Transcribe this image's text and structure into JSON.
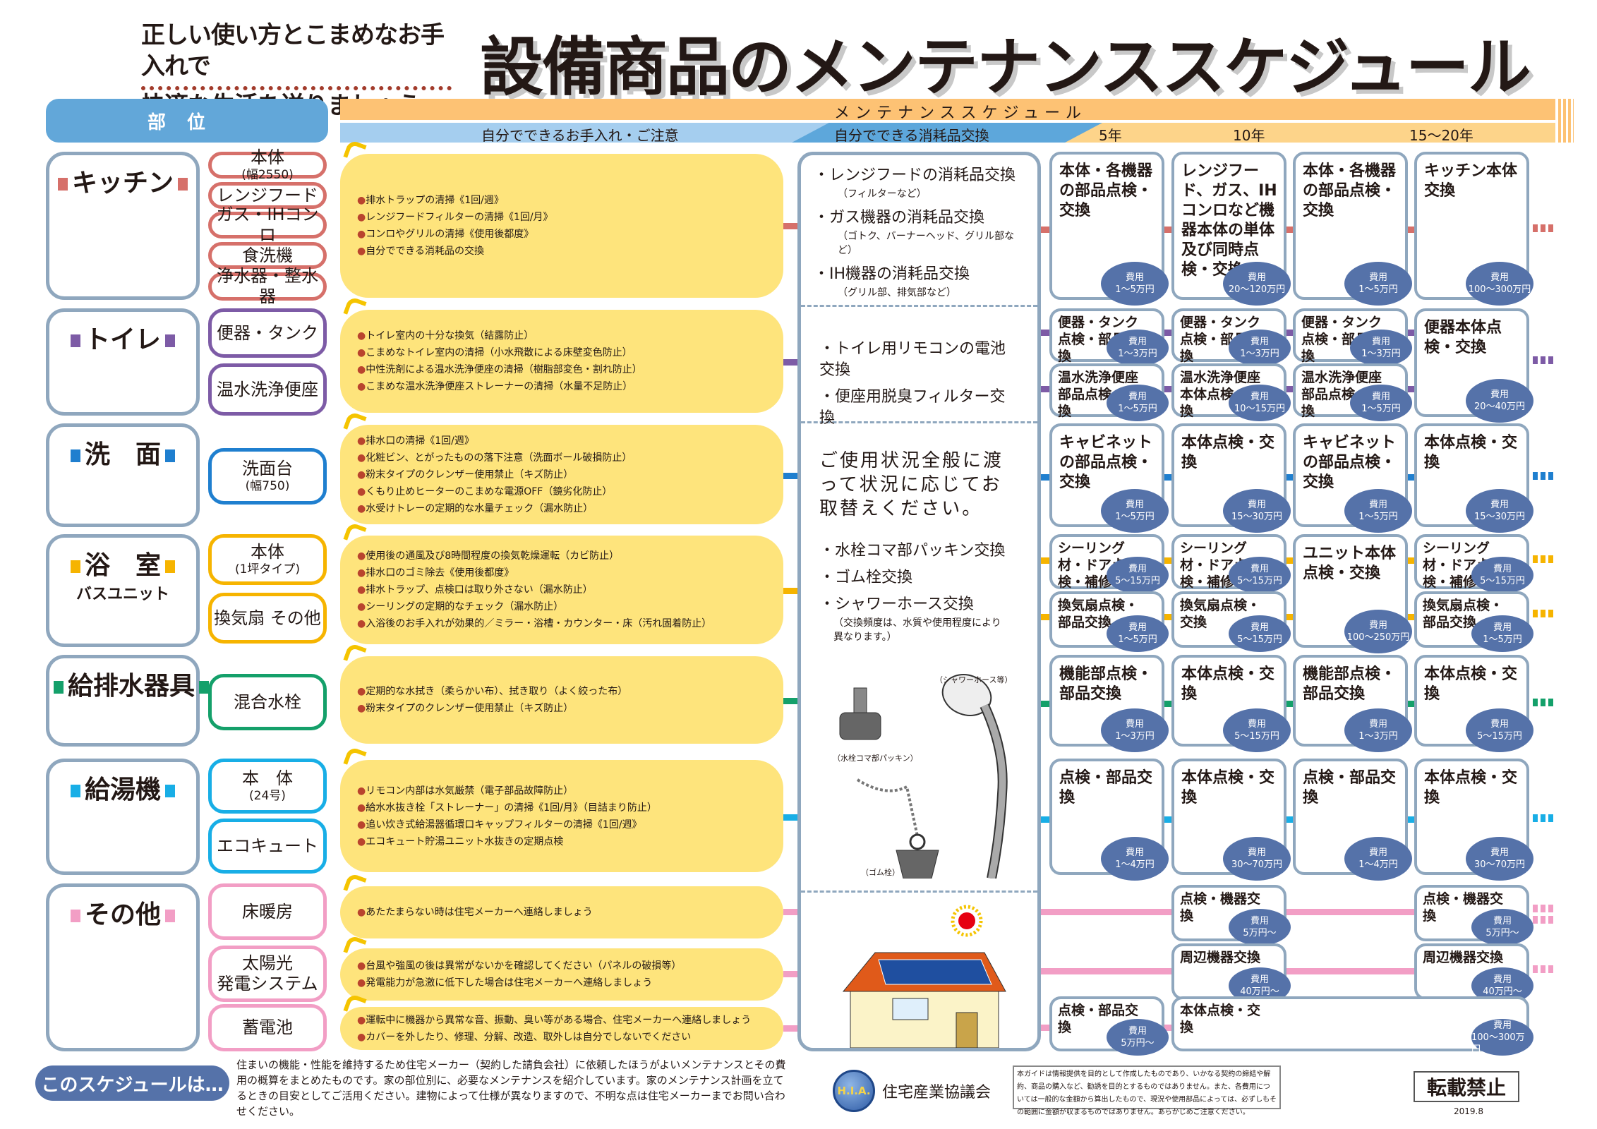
{
  "header": {
    "subtitle_line1": "正しい使い方とこまめなお手入れで",
    "subtitle_line2": "快適な生活を送りましょう。",
    "title": "設備商品のメンテナンススケジュール"
  },
  "columns": {
    "part": "部位",
    "schedule": "メンテナンススケジュール",
    "self_care": "自分でできるお手入れ・ご注意",
    "self_parts": "自分でできる消耗品交換",
    "y5": "5年",
    "y10": "10年",
    "y15_20": "15〜20年"
  },
  "cost_label": "費用",
  "colors": {
    "kitchen": "#d6706a",
    "toilet": "#7d5ba6",
    "wash": "#1f7fcf",
    "bath": "#f6b400",
    "plumbing": "#14a06a",
    "heater": "#18aee6",
    "other": "#f29ec5",
    "cost_bubble": "#5572a9",
    "task_bg": "#fee47c"
  },
  "categories": [
    {
      "key": "kitchen",
      "title": "キッチン",
      "sub": "",
      "items": [
        {
          "label": "本体",
          "note": "(幅2550)"
        },
        {
          "label": "レンジフード"
        },
        {
          "label": "ガス・IHコンロ"
        },
        {
          "label": "食洗機"
        },
        {
          "label": "浄水器・整水器"
        }
      ],
      "tasks": [
        "排水トラップの清掃《1回/週》",
        "レンジフードフィルターの清掃《1回/月》",
        "コンロやグリルの清掃《使用後都度》",
        "自分でできる消耗品の交換"
      ]
    },
    {
      "key": "toilet",
      "title": "トイレ",
      "sub": "",
      "items": [
        {
          "label": "便器・タンク"
        },
        {
          "label": "温水洗浄便座"
        }
      ],
      "tasks": [
        "トイレ室内の十分な換気（結露防止）",
        "こまめなトイレ室内の清掃（小水飛散による床壁変色防止）",
        "中性洗剤による温水洗浄便座の清掃（樹脂部変色・割れ防止）",
        "こまめな温水洗浄便座ストレーナーの清掃（水量不足防止）"
      ]
    },
    {
      "key": "wash",
      "title": "洗　面",
      "sub": "",
      "items": [
        {
          "label": "洗面台",
          "note": "(幅750)"
        }
      ],
      "tasks": [
        "排水口の清掃《1回/週》",
        "化粧ビン、とがったものの落下注意（洗面ボール破損防止）",
        "粉末タイプのクレンザー使用禁止（キズ防止）",
        "くもり止めヒーターのこまめな電源OFF（鏡劣化防止）",
        "水受けトレーの定期的な水量チェック（漏水防止）"
      ]
    },
    {
      "key": "bath",
      "title": "浴　室",
      "sub": "バスユニット",
      "items": [
        {
          "label": "本体",
          "note": "(1坪タイプ)"
        },
        {
          "label": "換気扇 その他"
        }
      ],
      "tasks": [
        "使用後の通風及び8時間程度の換気乾燥運転（カビ防止）",
        "排水口のゴミ除去《使用後都度》",
        "排水トラップ、点検口は取り外さない（漏水防止）",
        "シーリングの定期的なチェック（漏水防止）",
        "入浴後のお手入れが効果的／ミラー・浴槽・カウンター・床（汚れ固着防止）"
      ]
    },
    {
      "key": "plumbing",
      "title": "給排水器具",
      "sub": "",
      "items": [
        {
          "label": "混合水栓"
        }
      ],
      "tasks": [
        "定期的な水拭き（柔らかい布）、拭き取り（よく絞った布）",
        "粉末タイプのクレンザー使用禁止（キズ防止）"
      ]
    },
    {
      "key": "heater",
      "title": "給湯機",
      "sub": "",
      "items": [
        {
          "label": "本　体",
          "note": "(24号)"
        },
        {
          "label": "エコキュート"
        }
      ],
      "tasks": [
        "リモコン内部は水気厳禁（電子部品故障防止）",
        "給水水抜き栓「ストレーナー」の清掃《1回/月》（目詰まり防止）",
        "追い炊き式給湯器循環口キャップフィルターの清掃《1回/週》",
        "エコキュート貯湯ユニット水抜きの定期点検"
      ]
    },
    {
      "key": "other",
      "title": "その他",
      "sub": "",
      "items": [
        {
          "label": "床暖房",
          "tasks": [
            "あたたまらない時は住宅メーカーへ連絡しましょう"
          ]
        },
        {
          "label": "太陽光\n発電システム",
          "tasks": [
            "台風や強風の後は異常がないかを確認してください（パネルの破損等）",
            "発電能力が急激に低下した場合は住宅メーカーへ連絡しましょう"
          ]
        },
        {
          "label": "蓄電池",
          "tasks": [
            "運転中に機器から異常な音、振動、臭い等がある場合、住宅メーカーへ連絡しましょう",
            "カバーを外したり、修理、分解、改造、取外しは自分でしないでください"
          ]
        }
      ]
    }
  ],
  "consumables": {
    "kitchen": [
      {
        "t": "・レンジフードの消耗品交換",
        "n": "（フィルターなど）"
      },
      {
        "t": "・ガス機器の消耗品交換",
        "n": "（ゴトク、バーナーヘッド、グリル部など）"
      },
      {
        "t": "・IH機器の消耗品交換",
        "n": "（グリル部、排気部など）"
      }
    ],
    "toilet": [
      "・トイレ用リモコンの電池交換",
      "・便座用脱臭フィルター交換"
    ],
    "general_lead": "ご使用状況全般に渡って状況に応じてお取替えください。",
    "general": [
      "・水栓コマ部パッキン交換",
      "・ゴム栓交換",
      "・シャワーホース交換"
    ],
    "general_note": "（交換頻度は、水質や使用程度により異なります。）",
    "illus_labels": {
      "packing": "（水栓コマ部パッキン）",
      "shower": "（シャワーホース等）",
      "plug": "（ゴム栓）"
    }
  },
  "schedule": {
    "kitchen": [
      {
        "t": "本体・各機器の部品点検・交換",
        "c": "1〜5万円"
      },
      {
        "t": "レンジフード、ガス、IHコンロなど機器本体の単体及び同時点検・交換",
        "c": "20〜120万円"
      },
      {
        "t": "本体・各機器の部品点検・交換",
        "c": "1〜5万円"
      },
      {
        "t": "キッチン本体交換",
        "c": "100〜300万円"
      }
    ],
    "toilet_a": [
      {
        "t": "便器・タンク点検・部品交換",
        "c": "1〜3万円"
      },
      {
        "t": "便器・タンク点検・部品交換",
        "c": "1〜3万円"
      },
      {
        "t": "便器・タンク点検・部品交換",
        "c": "1〜3万円"
      }
    ],
    "toilet_b": [
      {
        "t": "温水洗浄便座部品点検・交換",
        "c": "1〜5万円"
      },
      {
        "t": "温水洗浄便座本体点検・交換",
        "c": "10〜15万円"
      },
      {
        "t": "温水洗浄便座部品点検・交換",
        "c": "1〜5万円"
      }
    ],
    "toilet_full": {
      "t": "便器本体点検・交換",
      "c": "20〜40万円"
    },
    "wash": [
      {
        "t": "キャビネットの部品点検・交換",
        "c": "1〜5万円"
      },
      {
        "t": "本体点検・交換",
        "c": "15〜30万円"
      },
      {
        "t": "キャビネットの部品点検・交換",
        "c": "1〜5万円"
      },
      {
        "t": "本体点検・交換",
        "c": "15〜30万円"
      }
    ],
    "bath_a": [
      {
        "t": "シーリング材・ドア点検・補修",
        "c": "5〜15万円"
      },
      {
        "t": "シーリング材・ドア点検・補修",
        "c": "5〜15万円"
      },
      {
        "t": "シーリング材・ドア点検・補修",
        "c": "5〜15万円"
      }
    ],
    "bath_b": [
      {
        "t": "換気扇点検・部品交換",
        "c": "1〜5万円"
      },
      {
        "t": "換気扇点検・交換",
        "c": "5〜15万円"
      },
      {
        "t": "換気扇点検・部品交換",
        "c": "1〜5万円"
      }
    ],
    "bath_full": {
      "t": "ユニット本体点検・交換",
      "c": "100〜250万円"
    },
    "plumbing": [
      {
        "t": "機能部点検・部品交換",
        "c": "1〜3万円"
      },
      {
        "t": "本体点検・交換",
        "c": "5〜15万円"
      },
      {
        "t": "機能部点検・部品交換",
        "c": "1〜3万円"
      },
      {
        "t": "本体点検・交換",
        "c": "5〜15万円"
      }
    ],
    "heater": [
      {
        "t": "点検・部品交換",
        "c": "1〜4万円"
      },
      {
        "t": "本体点検・交換",
        "c": "30〜70万円"
      },
      {
        "t": "点検・部品交換",
        "c": "1〜4万円"
      },
      {
        "t": "本体点検・交換",
        "c": "30〜70万円"
      }
    ],
    "floor": [
      {
        "t": "点検・機器交換",
        "c": "5万円〜"
      },
      {
        "t": "点検・機器交換",
        "c": "5万円〜"
      }
    ],
    "solar": [
      {
        "t": "周辺機器交換",
        "c": "40万円〜"
      },
      {
        "t": "周辺機器交換",
        "c": "40万円〜"
      }
    ],
    "battery": [
      {
        "t": "点検・部品交換",
        "c": "5万円〜"
      },
      {
        "t": "本体点検・交換",
        "c": "100〜300万円"
      }
    ]
  },
  "footer": {
    "badge": "このスケジュールは…",
    "text": "住まいの機能・性能を維持するため住宅メーカー（契約した請負会社）に依頼したほうがよいメンテナンスとその費用の概算をまとめたものです。家の部位別に、必要なメンテナンスを紹介しています。家のメンテナンス計画を立てるときの目安としてご活用ください。建物によって仕様が異なりますので、不明な点は住宅メーカーまでお問い合わせください。",
    "org_logo": "H.I.A.",
    "org_name": "住宅産業協議会",
    "disclaimer": "本ガイドは情報提供を目的として作成したものであり、いかなる契約の締結や解約、商品の購入など、勧誘を目的とするものではありません。また、各費用については一般的な金額から算出したもので、現況や使用部品によっては、必ずしもその範囲に金額が収まるものではありません。あらかじめご注意ください。",
    "no_reprint": "転載禁止",
    "date": "2019.8"
  }
}
